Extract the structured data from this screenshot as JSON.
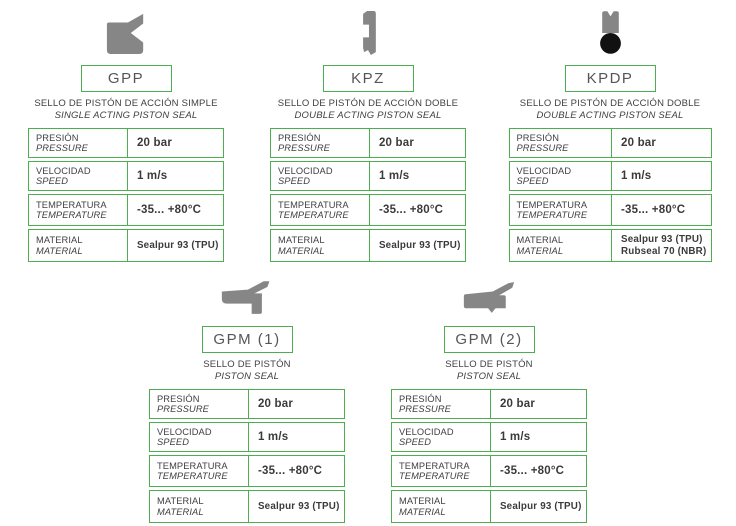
{
  "colors": {
    "accent_green": "#4cae4f",
    "icon_gray": "#868686",
    "icon_black": "#111111",
    "text_dark": "#414042"
  },
  "products": [
    {
      "title": "GPP",
      "icon": "single-acting-piston-seal-profile-icon",
      "desc_es": "SELLO DE PISTÓN DE ACCIÓN SIMPLE",
      "desc_en": "SINGLE ACTING PISTON SEAL",
      "specs": [
        {
          "label_es": "PRESIÓN",
          "label_en": "PRESSURE",
          "value": "20 bar"
        },
        {
          "label_es": "VELOCIDAD",
          "label_en": "SPEED",
          "value": "1 m/s"
        },
        {
          "label_es": "TEMPERATURA",
          "label_en": "TEMPERATURE",
          "value": "-35... +80°C"
        },
        {
          "label_es": "MATERIAL",
          "label_en": "MATERIAL",
          "value": "Sealpur 93 (TPU)"
        }
      ]
    },
    {
      "title": "KPZ",
      "icon": "double-acting-piston-seal-profile-icon",
      "desc_es": "SELLO DE PISTÓN DE ACCIÓN DOBLE",
      "desc_en": "DOUBLE ACTING PISTON SEAL",
      "specs": [
        {
          "label_es": "PRESIÓN",
          "label_en": "PRESSURE",
          "value": "20 bar"
        },
        {
          "label_es": "VELOCIDAD",
          "label_en": "SPEED",
          "value": "1 m/s"
        },
        {
          "label_es": "TEMPERATURA",
          "label_en": "TEMPERATURE",
          "value": "-35... +80°C"
        },
        {
          "label_es": "MATERIAL",
          "label_en": "MATERIAL",
          "value": "Sealpur 93 (TPU)"
        }
      ]
    },
    {
      "title": "KPDP",
      "icon": "capped-piston-seal-with-oring-profile-icon",
      "desc_es": "SELLO DE PISTÓN DE ACCIÓN DOBLE",
      "desc_en": "DOUBLE ACTING PISTON SEAL",
      "specs": [
        {
          "label_es": "PRESIÓN",
          "label_en": "PRESSURE",
          "value": "20 bar"
        },
        {
          "label_es": "VELOCIDAD",
          "label_en": "SPEED",
          "value": "1 m/s"
        },
        {
          "label_es": "TEMPERATURA",
          "label_en": "TEMPERATURE",
          "value": "-35... +80°C"
        },
        {
          "label_es": "MATERIAL",
          "label_en": "MATERIAL",
          "value": "Sealpur 93 (TPU)",
          "value2": "Rubseal 70 (NBR)"
        }
      ]
    },
    {
      "title": "GPM (1)",
      "icon": "piston-seal-gpm1-profile-icon",
      "desc_es": "SELLO DE PISTÓN",
      "desc_en": "PISTON SEAL",
      "specs": [
        {
          "label_es": "PRESIÓN",
          "label_en": "PRESSURE",
          "value": "20 bar"
        },
        {
          "label_es": "VELOCIDAD",
          "label_en": "SPEED",
          "value": "1 m/s"
        },
        {
          "label_es": "TEMPERATURA",
          "label_en": "TEMPERATURE",
          "value": "-35... +80°C"
        },
        {
          "label_es": "MATERIAL",
          "label_en": "MATERIAL",
          "value": "Sealpur 93 (TPU)"
        }
      ]
    },
    {
      "title": "GPM (2)",
      "icon": "piston-seal-gpm2-profile-icon",
      "desc_es": "SELLO DE PISTÓN",
      "desc_en": "PISTON SEAL",
      "specs": [
        {
          "label_es": "PRESIÓN",
          "label_en": "PRESSURE",
          "value": "20 bar"
        },
        {
          "label_es": "VELOCIDAD",
          "label_en": "SPEED",
          "value": "1 m/s"
        },
        {
          "label_es": "TEMPERATURA",
          "label_en": "TEMPERATURE",
          "value": "-35... +80°C"
        },
        {
          "label_es": "MATERIAL",
          "label_en": "MATERIAL",
          "value": "Sealpur 93 (TPU)"
        }
      ]
    }
  ]
}
